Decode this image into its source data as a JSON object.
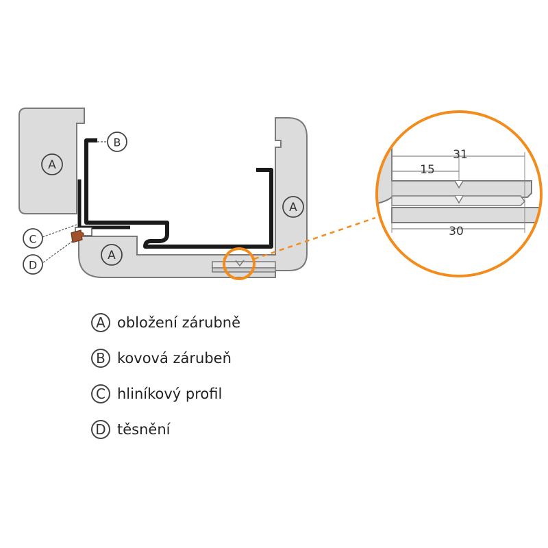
{
  "labels": {
    "a": "A",
    "b": "B",
    "c": "C",
    "d": "D"
  },
  "dimensions": {
    "top_total": "31",
    "top_partial": "15",
    "bottom": "30"
  },
  "legend": [
    {
      "key": "A",
      "text": "obložení zárubně"
    },
    {
      "key": "B",
      "text": "kovová zárubeň"
    },
    {
      "key": "C",
      "text": "hliníkový profil"
    },
    {
      "key": "D",
      "text": "těsnění"
    }
  ],
  "colors": {
    "trim_fill": "#dcdcdc",
    "trim_stroke": "#7a7a7a",
    "steel": "#1a1a1a",
    "highlight": "#f28c1c",
    "seal": "#a0522d"
  }
}
